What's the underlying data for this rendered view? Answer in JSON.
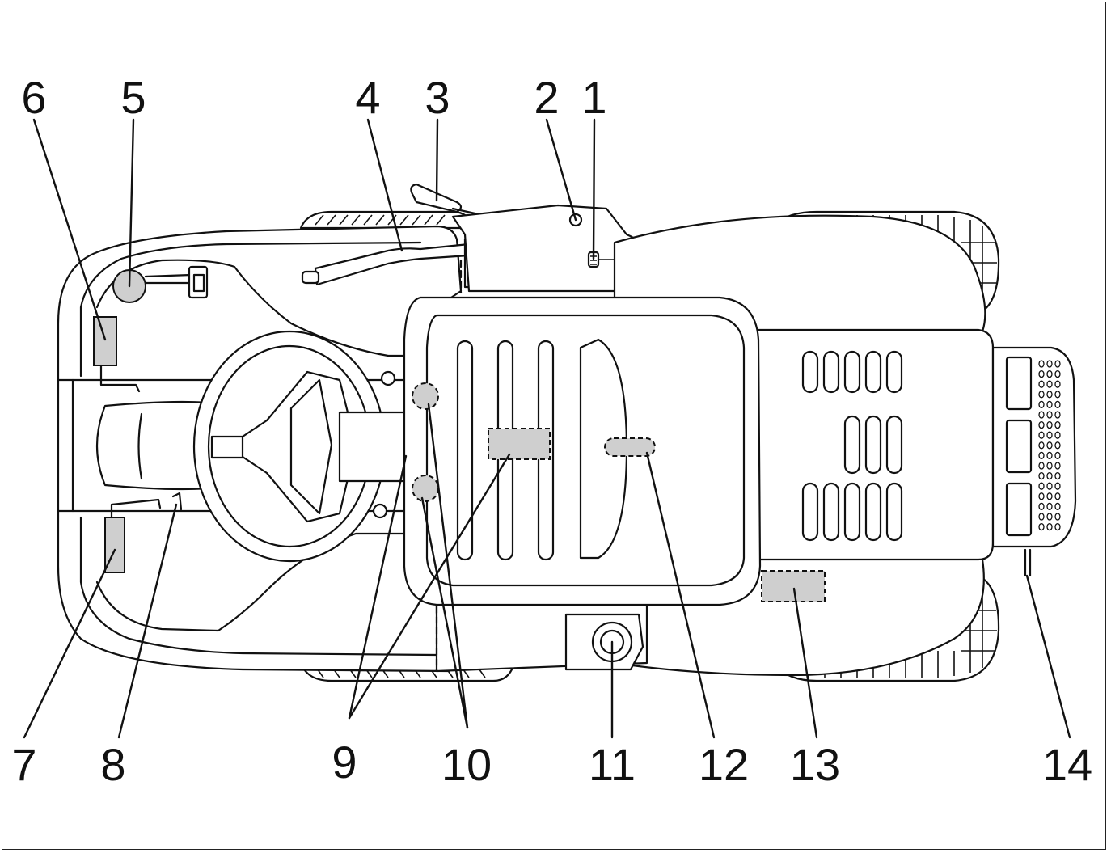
{
  "callouts": [
    "1",
    "2",
    "3",
    "4",
    "5",
    "6",
    "7",
    "8",
    "9",
    "10",
    "11",
    "12",
    "13",
    "14"
  ],
  "colors": {
    "line": "#111111",
    "decal_fill": "#cfcfcf",
    "background": "#ffffff"
  }
}
